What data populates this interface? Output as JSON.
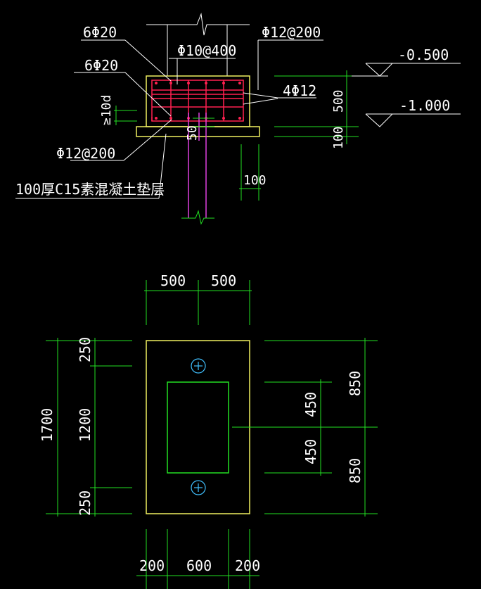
{
  "section": {
    "labels": {
      "top_bars": "6Φ20",
      "mid_bars": "6Φ20",
      "stirrup_10": "Φ10@400",
      "stirrup_12": "Φ12@200",
      "side_bars": "4Φ12",
      "bottom_bars": "Φ12@200",
      "anchor": "≥10d",
      "cushion_note": "100厚C15素混凝土垫层",
      "pile_embed": "50",
      "pile_offset": "100",
      "dim_500": "500",
      "dim_100": "100",
      "elev_top": "-0.500",
      "elev_bottom": "-1.000"
    }
  },
  "plan": {
    "labels": {
      "top_left": "500",
      "top_right": "500",
      "left_total": "1700",
      "left_top": "250",
      "left_mid": "1200",
      "left_bottom": "250",
      "right_inner_top": "450",
      "right_inner_bottom": "450",
      "right_outer_top": "850",
      "right_outer_bottom": "850",
      "bottom_left": "200",
      "bottom_mid": "600",
      "bottom_right": "200"
    }
  },
  "colors": {
    "dim_line": "#22e022",
    "outline": "#f0f060",
    "rebar": "#ff2050",
    "pile": "#e040e0",
    "leader": "#ffffff",
    "pile_symbol": "#40c0ff"
  }
}
